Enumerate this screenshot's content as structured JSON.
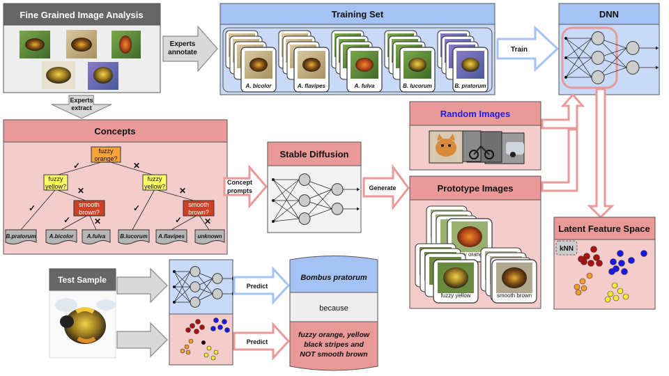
{
  "panels": {
    "fine_grained_title": "Fine Grained Image Analysis",
    "training_set_title": "Training Set",
    "dnn_title": "DNN",
    "concepts_title": "Concepts",
    "stable_diffusion_title": "Stable Diffusion",
    "random_images_title": "Random Images",
    "prototype_images_title": "Prototype Images",
    "latent_space_title": "Latent Feature Space",
    "test_sample_title": "Test Sample",
    "knn_label": "kNN"
  },
  "arrows": {
    "experts_annotate": [
      "Experts",
      "annotate"
    ],
    "train": "Train",
    "experts_extract": [
      "Experts",
      "extract"
    ],
    "concept_prompts": [
      "Concept",
      "prompts"
    ],
    "generate": "Generate",
    "predict_top": "Predict",
    "predict_bottom": "Predict"
  },
  "training_set": {
    "species": [
      "A. bicolor",
      "A. flavipes",
      "A. fulva",
      "B. lucorum",
      "B. pratorum"
    ]
  },
  "concept_tree": {
    "root": [
      "fuzzy",
      "orange?"
    ],
    "left_node": [
      "fuzzy",
      "yellow?"
    ],
    "right_node": [
      "fuzzy",
      "yellow?"
    ],
    "left_brown": [
      "smooth",
      "brown?"
    ],
    "right_brown": [
      "smooth",
      "brown?"
    ],
    "leaves": [
      "B.pratorum",
      "A.bicolor",
      "A.fulva",
      "B.lucorum",
      "A.flavipes",
      "unknown"
    ],
    "check": "✓",
    "cross": "✕"
  },
  "prototype_labels": [
    "fuzzy orange",
    "fuzzy yellow",
    "smooth brown"
  ],
  "output": {
    "prediction": "Bombus pratorum",
    "because": "because",
    "explanation": [
      "fuzzy orange, yellow",
      "black stripes and",
      "NOT smooth brown"
    ]
  },
  "colors": {
    "gray_panel": "#eeeeee",
    "gray_header": "#666666",
    "blue_panel": "#c9daf8",
    "blue_header": "#a4c2f4",
    "red_panel": "#f4cccc",
    "red_header": "#ea9999",
    "tree_orange": "#f6a33a",
    "tree_yellow": "#ffff66",
    "tree_brown": "#cc4125",
    "random_title": "#1a1aff",
    "arrow_gray": "#d9d9d9",
    "arrow_blue": "#a4c2f4",
    "arrow_red": "#ea9999"
  }
}
